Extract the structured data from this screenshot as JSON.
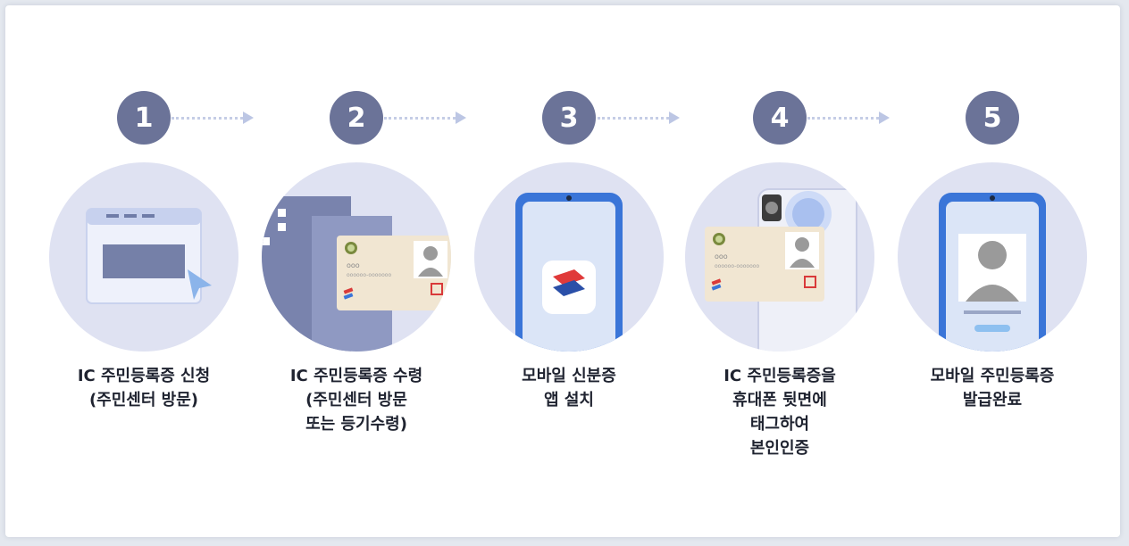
{
  "steps": [
    {
      "number": "1",
      "lines": [
        "IC 주민등록증 신청",
        "(주민센터 방문)"
      ],
      "icon": "browser-window-icon"
    },
    {
      "number": "2",
      "lines": [
        "IC 주민등록증 수령",
        "(주민센터 방문",
        "또는 등기수령)"
      ],
      "icon": "id-card-icon"
    },
    {
      "number": "3",
      "lines": [
        "모바일 신분증",
        "앱 설치"
      ],
      "icon": "smartphone-app-icon"
    },
    {
      "number": "4",
      "lines": [
        "IC 주민등록증을",
        "휴대폰 뒷면에",
        "태그하여",
        "본인인증"
      ],
      "icon": "phone-tag-icon"
    },
    {
      "number": "5",
      "lines": [
        "모바일 주민등록증",
        "발급완료"
      ],
      "icon": "mobile-id-icon"
    }
  ],
  "card_text": {
    "name": "ooo",
    "number": "oooooo-ooooooo"
  },
  "colors": {
    "badge": "#6b7398",
    "circle": "#dfe2f2",
    "accent": "#3a75d8",
    "connector": "#c5cde6"
  }
}
